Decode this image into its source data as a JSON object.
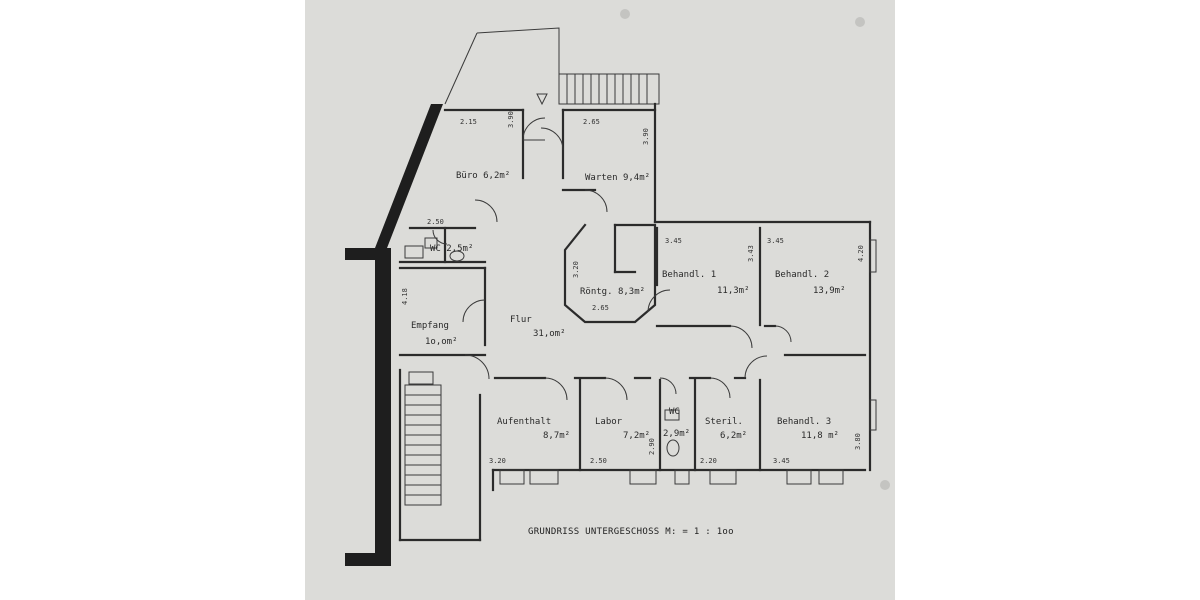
{
  "title": "GRUNDRISS  UNTERGESCHOSS  M: = 1 : 1oo",
  "rooms": [
    {
      "name": "Büro",
      "area": "6,2m²"
    },
    {
      "name": "Warten",
      "area": "9,4m²"
    },
    {
      "name": "WC",
      "area": "2,5m²"
    },
    {
      "name": "Röntg.",
      "area": "8,3m²"
    },
    {
      "name": "Behandl. 1",
      "area": "11,3m²"
    },
    {
      "name": "Behandl. 2",
      "area": "13,9m²"
    },
    {
      "name": "Empfang",
      "area": "1o,om²"
    },
    {
      "name": "Flur",
      "area": "31,om²"
    },
    {
      "name": "Aufenthalt",
      "area": "8,7m²"
    },
    {
      "name": "Labor",
      "area": "7,2m²"
    },
    {
      "name": "WC",
      "area": "2,9m²"
    },
    {
      "name": "Steril.",
      "area": "6,2m²"
    },
    {
      "name": "Behandl. 3",
      "area": "11,8 m²"
    }
  ],
  "dimensions": {
    "buero_w": "2.15",
    "buero_h": "3.90",
    "warten_w": "2.65",
    "warten_h": "3.90",
    "wc_w": "2.50",
    "b1_w": "3.45",
    "b1_h": "3.43",
    "b2_w": "3.45",
    "b2_h": "4.20",
    "roentg_h": "3.20",
    "roentg_w": "2.65",
    "empfang_h": "4.18",
    "aufenthalt_w": "3.20",
    "labor_w": "2.50",
    "labor_h": "2.90",
    "steril_w": "2.20",
    "b3_w": "3.45",
    "b3_h": "3.80"
  }
}
